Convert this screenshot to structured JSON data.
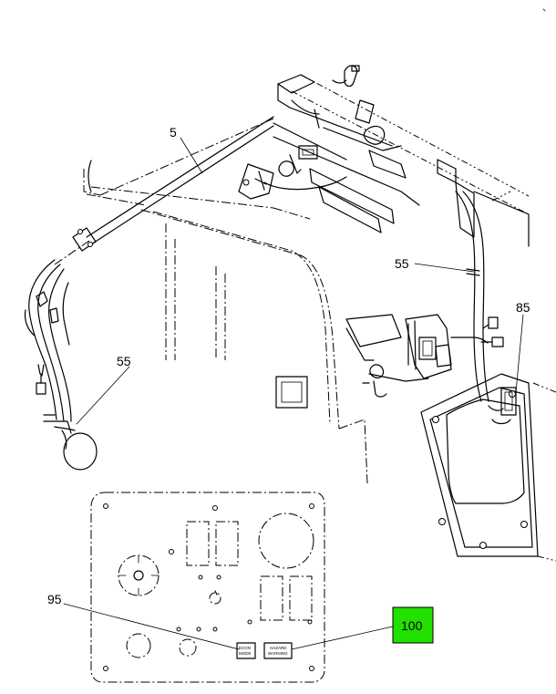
{
  "callouts": {
    "c5": "5",
    "c55_top": "55",
    "c55_left": "55",
    "c85": "85",
    "c95": "95",
    "c100": "100"
  },
  "panel_labels": {
    "econ_line1": "ECON",
    "econ_line2": "MODE",
    "hazard_line1": "HAZARD",
    "hazard_line2": "WARNING"
  },
  "colors": {
    "highlight": "#22e000",
    "line": "#000000",
    "background": "#ffffff"
  }
}
